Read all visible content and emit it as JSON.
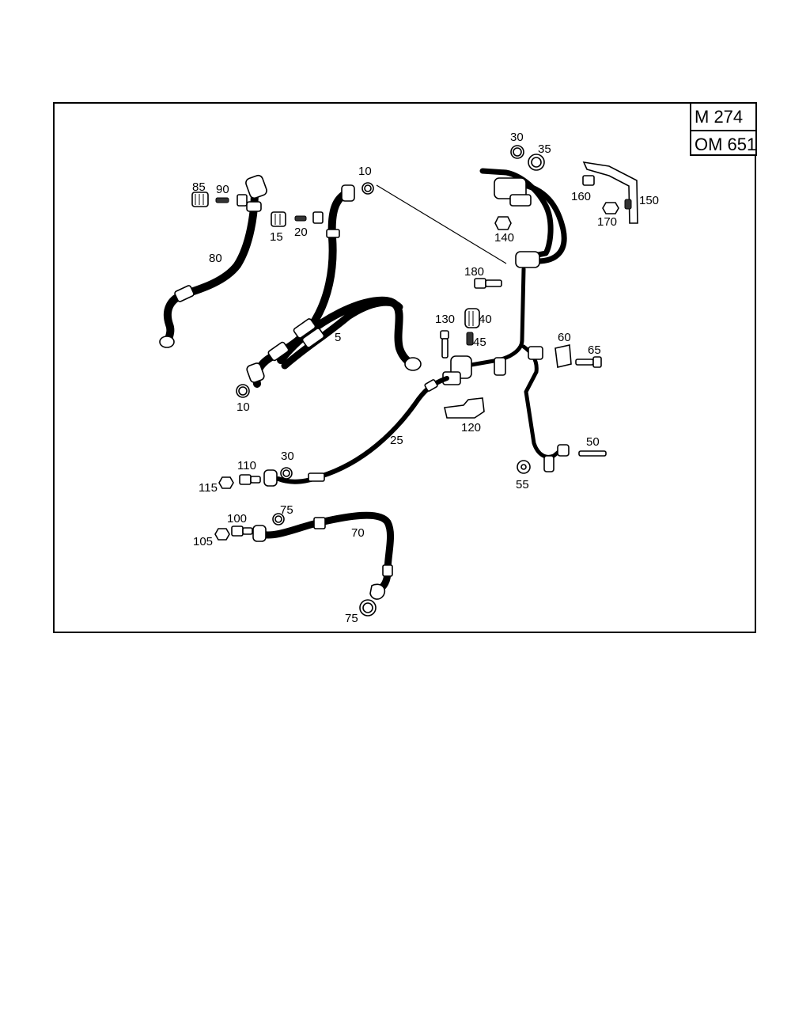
{
  "engine_variants": [
    "M 274",
    "OM 651"
  ],
  "part_numbers": {
    "p5": "5",
    "p10a": "10",
    "p10b": "10",
    "p15": "15",
    "p20": "20",
    "p25": "25",
    "p30a": "30",
    "p30b": "30",
    "p35": "35",
    "p40": "40",
    "p45": "45",
    "p50": "50",
    "p55": "55",
    "p60": "60",
    "p65": "65",
    "p70": "70",
    "p75a": "75",
    "p75b": "75",
    "p80": "80",
    "p85": "85",
    "p90": "90",
    "p100": "100",
    "p105": "105",
    "p110": "110",
    "p115": "115",
    "p120": "120",
    "p130": "130",
    "p140": "140",
    "p150": "150",
    "p160": "160",
    "p170": "170",
    "p180": "180"
  }
}
